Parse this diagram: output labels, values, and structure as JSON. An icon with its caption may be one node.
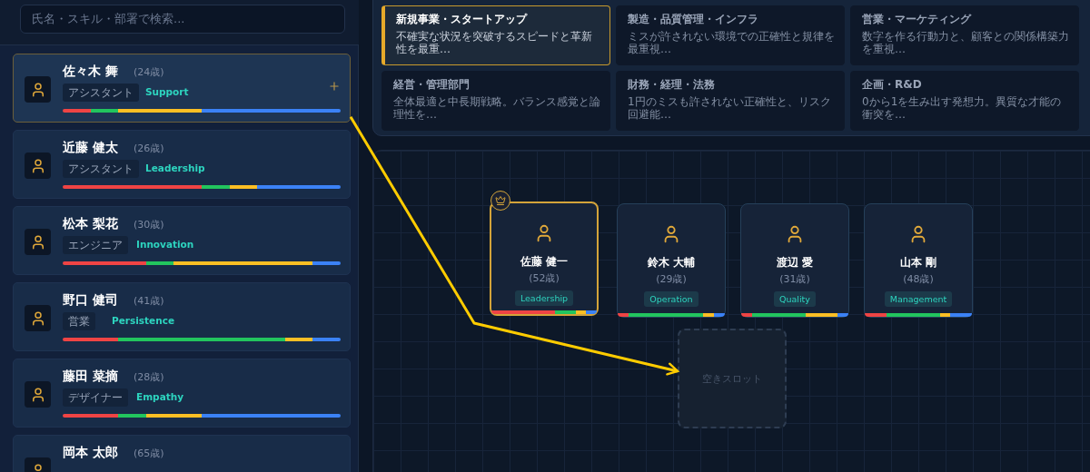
{
  "diagram": {
    "nodes": [
      {
        "text": [
          "佐々木 舞",
          "(24歳)",
          "アシスタント",
          "Support"
        ]
      },
      {
        "text": [
          "近藤 健太",
          "(26歳)",
          "アシスタント",
          "Leadership"
        ]
      },
      {
        "text": [
          "松本 梨花",
          "(30歳)",
          "エンジニア",
          "Innovation"
        ]
      },
      {
        "text": [
          "野口 健司",
          "(41歳)",
          "営業",
          "Persistence"
        ]
      },
      {
        "text": [
          "藤田 菜摘",
          "(28歳)",
          "デザイナー",
          "Empathy"
        ]
      },
      {
        "text": [
          "岡本 太郎",
          "(65歳)"
        ]
      },
      {
        "text": [
          "新規事業・スタートアップ",
          "不確実な状況を突破するスピードと革新性を最重…"
        ]
      },
      {
        "text": [
          "製造・品質管理・インフラ",
          "ミスが許されない環境での正確性と規律を最重視…"
        ]
      },
      {
        "text": [
          "営業・マーケティング",
          "数字を作る行動力と、顧客との関係構築力を重視…"
        ]
      },
      {
        "text": [
          "経営・管理部門",
          "全体最適と中長期戦略。バランス感覚と論理性を…"
        ]
      },
      {
        "text": [
          "財務・経理・法務",
          "1円のミスも許されない正確性と、リスク回避能…"
        ]
      },
      {
        "text": [
          "企画・R&D",
          "0から1を生み出す発想力。異質な才能の衝突を…"
        ]
      },
      {
        "text": [
          "佐藤 健一",
          "(52歳)",
          "Leadership"
        ]
      },
      {
        "text": [
          "鈴木 大輔",
          "(29歳)",
          "Operation"
        ]
      },
      {
        "text": [
          "渡辺 愛",
          "(31歳)",
          "Quality"
        ]
      },
      {
        "text": [
          "山本 剛",
          "(48歳)",
          "Management"
        ]
      },
      {
        "text": [
          "空きスロット"
        ]
      }
    ],
    "edges": [
      {
        "from": 0,
        "to": 16,
        "arrow": "to",
        "color": "#ffcc00"
      }
    ],
    "labels": [
      "氏名・スキル・部署で検索..."
    ]
  }
}
